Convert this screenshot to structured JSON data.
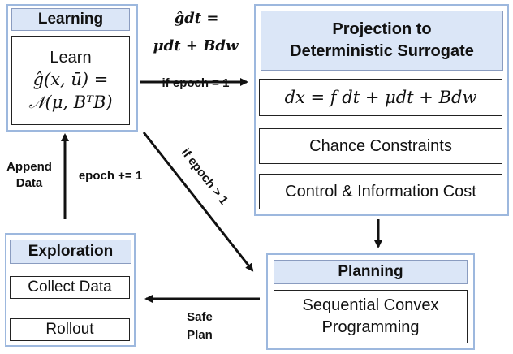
{
  "learning": {
    "header": "Learning",
    "box_line1": "Learn",
    "box_line2": "ĝ(x, ū) =",
    "box_line3": "𝒩(μ, BᵀB)"
  },
  "projection": {
    "header_line1": "Projection to",
    "header_line2": "Deterministic Surrogate",
    "equation": "dx = f dt + μdt + Bdw",
    "chance": "Chance Constraints",
    "cost": "Control & Information Cost"
  },
  "exploration": {
    "header": "Exploration",
    "collect": "Collect Data",
    "rollout": "Rollout"
  },
  "planning": {
    "header": "Planning",
    "box_line1": "Sequential Convex",
    "box_line2": "Programming"
  },
  "labels": {
    "top_eq_line1": "ĝdt =",
    "top_eq_line2": "μdt + Bdw",
    "if_epoch_1": "if epoch = 1",
    "if_epoch_gt1": "if epoch > 1",
    "append_line1": "Append",
    "append_line2": "Data",
    "epoch_inc": "epoch += 1",
    "safe_line1": "Safe",
    "safe_line2": "Plan"
  }
}
